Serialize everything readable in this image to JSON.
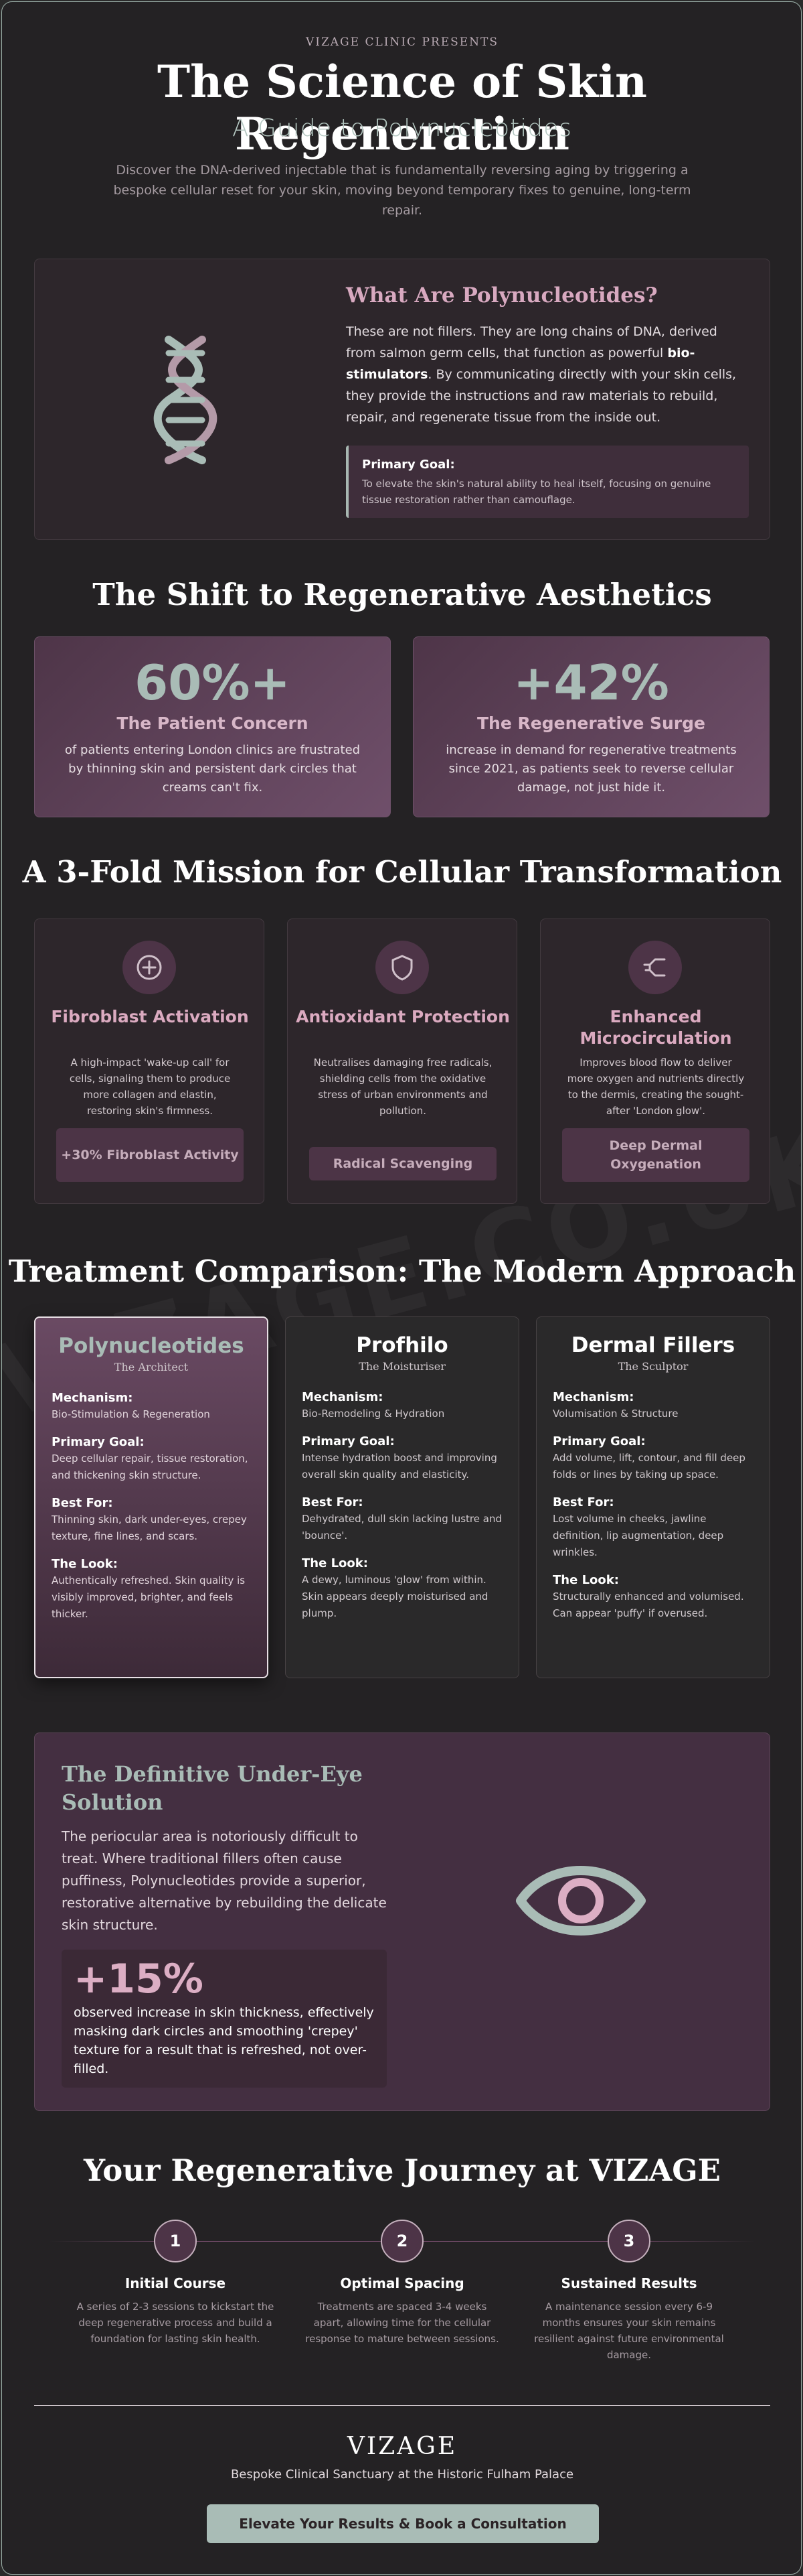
{
  "header": {
    "kicker": "VIZAGE CLINIC PRESENTS",
    "title": "The Science of Skin Regeneration",
    "subtitle": "A Guide to Polynucleotides",
    "intro": "Discover the DNA-derived injectable that is fundamentally reversing aging by triggering a bespoke cellular reset for your skin, moving beyond temporary fixes to genuine, long-term repair."
  },
  "watermark": "VIZAGE.CO.UK",
  "what": {
    "icon": "dna-helix-icon",
    "title": "What Are Polynucleotides?",
    "text_1": "These are not fillers. They are long chains of DNA, derived from salmon germ cells, that function as powerful ",
    "text_bold": "bio-stimulators",
    "text_2": ". By communicating directly with your skin cells, they provide the instructions and raw materials to rebuild, repair, and regenerate tissue from the inside out.",
    "goal_title": "Primary Goal:",
    "goal_text": "To elevate the skin's natural ability to heal itself, focusing on genuine tissue restoration rather than camouflage."
  },
  "shift": {
    "title": "The Shift to Regenerative Aesthetics",
    "stats": [
      {
        "value": "60%+",
        "label": "The Patient Concern",
        "text": "of patients entering London clinics are frustrated by thinning skin and persistent dark circles that creams can't fix."
      },
      {
        "value": "+42%",
        "label": "The Regenerative Surge",
        "text": "increase in demand for regenerative treatments since 2021, as patients seek to reverse cellular damage, not just hide it."
      }
    ]
  },
  "mission": {
    "title": "A 3-Fold Mission for Cellular Transformation",
    "items": [
      {
        "icon": "plus-circle-icon",
        "title": "Fibroblast Activation",
        "text": "A high-impact 'wake-up call' for cells, signaling them to produce more collagen and elastin, restoring skin's firmness.",
        "badge": "+30% Fibroblast Activity"
      },
      {
        "icon": "shield-icon",
        "title": "Antioxidant Protection",
        "text": "Neutralises damaging free radicals, shielding cells from the oxidative stress of urban environments and pollution.",
        "badge": "Radical Scavenging"
      },
      {
        "icon": "circulation-icon",
        "title": "Enhanced Microcirculation",
        "text": "Improves blood flow to deliver more oxygen and nutrients directly to the dermis, creating the sought-after 'London glow'.",
        "badge": "Deep Dermal Oxygenation"
      }
    ]
  },
  "comparison": {
    "title": "Treatment Comparison: The Modern Approach",
    "cards": [
      {
        "name": "Polynucleotides",
        "sub": "The Architect",
        "mechanism_label": "Mechanism:",
        "mechanism": "Bio-Stimulation & Regeneration",
        "goal_label": "Primary Goal:",
        "goal": "Deep cellular repair, tissue restoration, and thickening skin structure.",
        "best_label": "Best For:",
        "best": "Thinning skin, dark under-eyes, crepey texture, fine lines, and scars.",
        "look_label": "The Look:",
        "look": "Authentically refreshed. Skin quality is visibly improved, brighter, and feels thicker."
      },
      {
        "name": "Profhilo",
        "sub": "The Moisturiser",
        "mechanism_label": "Mechanism:",
        "mechanism": "Bio-Remodeling & Hydration",
        "goal_label": "Primary Goal:",
        "goal": "Intense hydration boost and improving overall skin quality and elasticity.",
        "best_label": "Best For:",
        "best": "Dehydrated, dull skin lacking lustre and 'bounce'.",
        "look_label": "The Look:",
        "look": "A dewy, luminous 'glow' from within. Skin appears deeply moisturised and plump."
      },
      {
        "name": "Dermal Fillers",
        "sub": "The Sculptor",
        "mechanism_label": "Mechanism:",
        "mechanism": "Volumisation & Structure",
        "goal_label": "Primary Goal:",
        "goal": "Add volume, lift, contour, and fill deep folds or lines by taking up space.",
        "best_label": "Best For:",
        "best": "Lost volume in cheeks, jawline definition, lip augmentation, deep wrinkles.",
        "look_label": "The Look:",
        "look": "Structurally enhanced and volumised. Can appear 'puffy' if overused."
      }
    ]
  },
  "under_eye": {
    "title": "The Definitive Under-Eye Solution",
    "text": "The periocular area is notoriously difficult to treat. Where traditional fillers often cause puffiness, Polynucleotides provide a superior, restorative alternative by rebuilding the delicate skin structure.",
    "stat_value": "+15%",
    "stat_text": "observed increase in skin thickness, effectively masking dark circles and smoothing 'crepey' texture for a result that is refreshed, not over-filled.",
    "icon": "eye-icon"
  },
  "journey": {
    "title": "Your Regenerative Journey at VIZAGE",
    "steps": [
      {
        "number": "1",
        "title": "Initial Course",
        "text": "A series of 2-3 sessions to kickstart the deep regenerative process and build a foundation for lasting skin health."
      },
      {
        "number": "2",
        "title": "Optimal Spacing",
        "text": "Treatments are spaced 3-4 weeks apart, allowing time for the cellular response to mature between sessions."
      },
      {
        "number": "3",
        "title": "Sustained Results",
        "text": "A maintenance session every 6-9 months ensures your skin remains resilient against future environmental damage."
      }
    ]
  },
  "footer": {
    "brand": "VIZAGE",
    "tagline": "Bespoke Clinical Sanctuary at the Historic Fulham Palace",
    "cta": "Elevate Your Results & Book a Consultation"
  },
  "colors": {
    "background": "#242224",
    "accent_sage": "#a9bcb6",
    "accent_pink": "#d8a9c0",
    "plum": "#4d3447"
  }
}
